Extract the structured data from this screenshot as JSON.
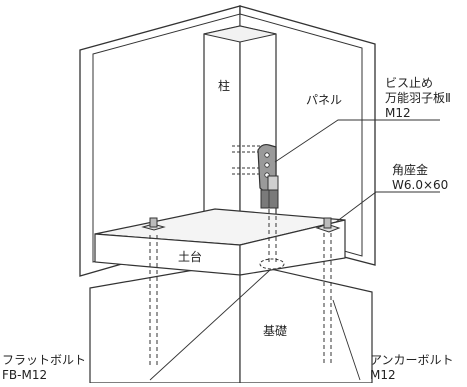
{
  "labels": {
    "pillar": "柱",
    "panel": "パネル",
    "sill": "土台",
    "foundation": "基礎",
    "clip_line1": "ビス止め",
    "clip_line2": "万能羽子板Ⅱ",
    "clip_line3": "M12",
    "washer_line1": "角座金",
    "washer_line2": "W6.0×60",
    "flat_bolt_line1": "フラットボルト",
    "flat_bolt_line2": "FB-M12",
    "anchor_bolt_line1": "アンカーボルト",
    "anchor_bolt_line2": "M12"
  }
}
